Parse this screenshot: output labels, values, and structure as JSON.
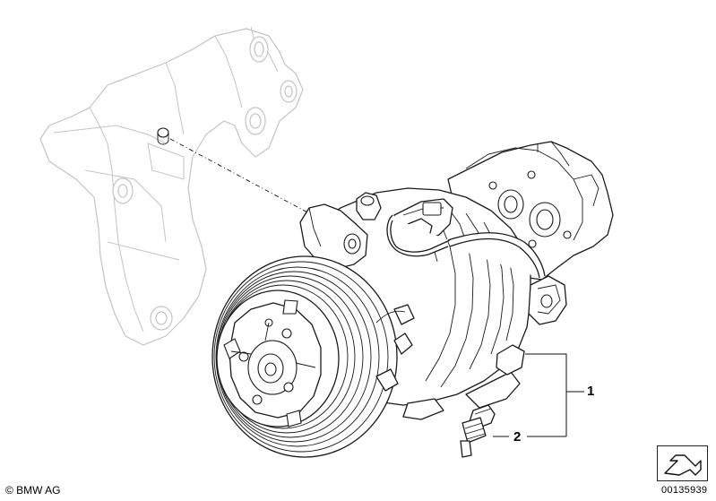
{
  "callouts": [
    {
      "number": "1"
    },
    {
      "number": "2"
    }
  ],
  "footer": {
    "copyright": "© BMW AG",
    "drawing_number": "00135939"
  },
  "icons": {
    "nav": "arrow-down-left-icon"
  },
  "colors": {
    "line": "#1a1a1a",
    "ghost": "#c4c4c4",
    "background": "#ffffff"
  }
}
